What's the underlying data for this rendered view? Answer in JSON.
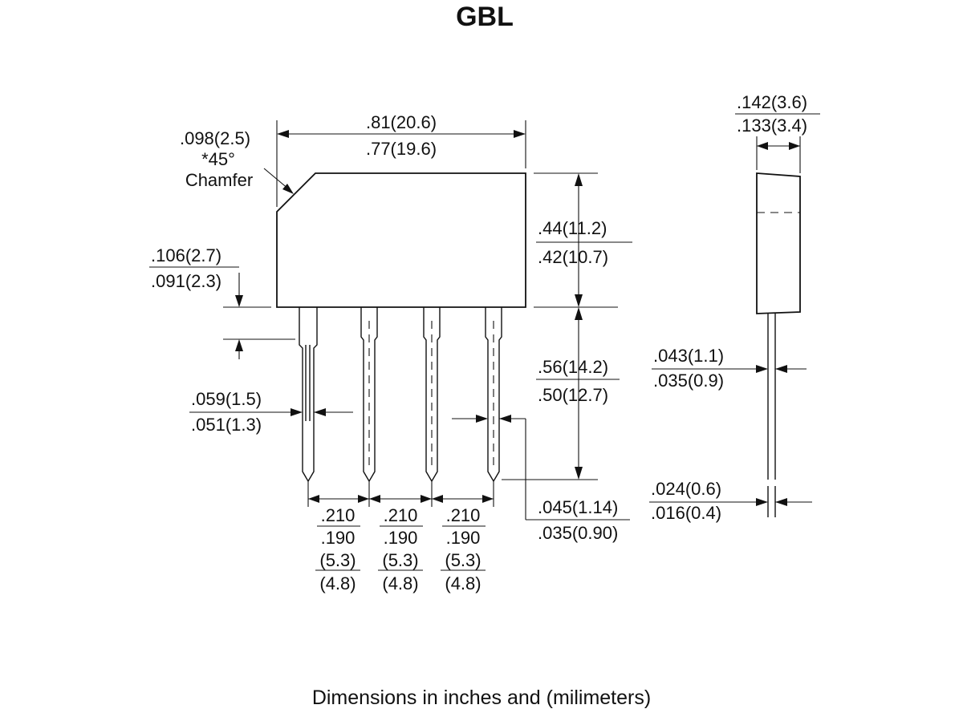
{
  "title": "GBL",
  "caption": "Dimensions in inches and (milimeters)",
  "dims": {
    "width_max": ".81(20.6)",
    "width_min": ".77(19.6)",
    "chamfer_size": ".098(2.5)",
    "chamfer_angle": "*45°",
    "chamfer_label": "Chamfer",
    "body_h_max": ".44(11.2)",
    "body_h_min": ".42(10.7)",
    "lead_h_max": ".56(14.2)",
    "lead_h_min": ".50(12.7)",
    "shoulder_max": ".106(2.7)",
    "shoulder_min": ".091(2.3)",
    "lead_w_max": ".059(1.5)",
    "lead_w_min": ".051(1.3)",
    "lead_tip_max": ".045(1.14)",
    "lead_tip_min": ".035(0.90)",
    "pitch_in_max": ".210",
    "pitch_in_min": ".190",
    "pitch_mm_max": "(5.3)",
    "pitch_mm_min": "(4.8)",
    "thick_max": ".142(3.6)",
    "thick_min": ".133(3.4)",
    "side_lead_w_max": ".043(1.1)",
    "side_lead_w_min": ".035(0.9)",
    "side_lead_t_max": ".024(0.6)",
    "side_lead_t_min": ".016(0.4)"
  },
  "colors": {
    "ink": "#111111",
    "background": "#ffffff"
  }
}
